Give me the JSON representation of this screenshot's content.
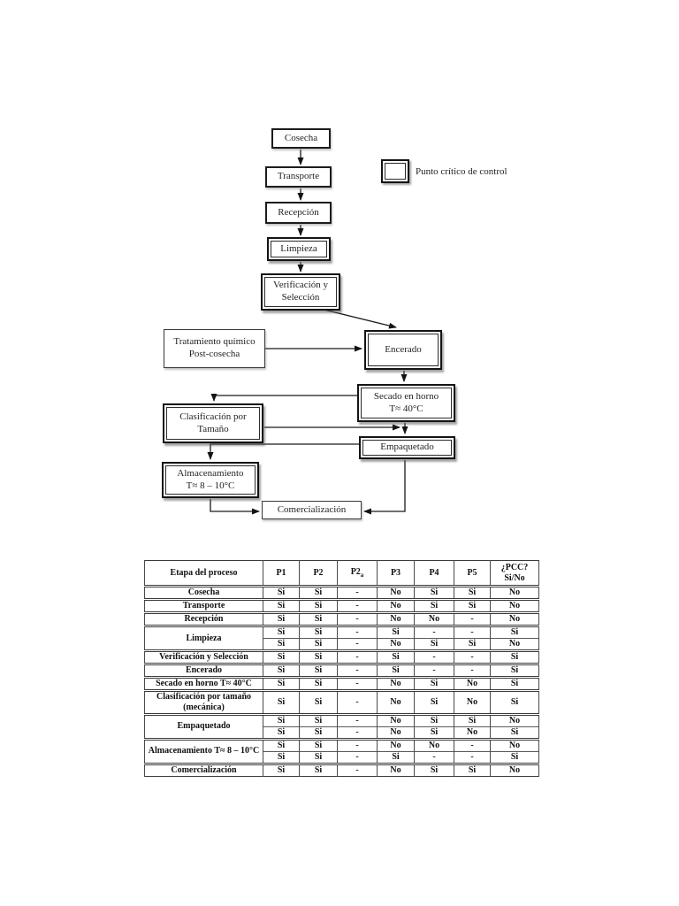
{
  "flowchart": {
    "legend_label": "Punto crítico de control",
    "nodes": {
      "cosecha": {
        "lines": [
          "Cosecha"
        ]
      },
      "transporte": {
        "lines": [
          "Transporte"
        ]
      },
      "recepcion": {
        "lines": [
          "Recepción"
        ]
      },
      "limpieza": {
        "lines": [
          "Limpieza"
        ],
        "pcc": true
      },
      "verificacion": {
        "lines": [
          "Verificación y",
          "Selección"
        ],
        "pcc": true
      },
      "tratamiento": {
        "lines": [
          "Tratamiento químico",
          "Post-cosecha"
        ]
      },
      "encerado": {
        "lines": [
          "Encerado"
        ],
        "pcc": true
      },
      "secado": {
        "lines": [
          "Secado en horno",
          "T≈ 40°C"
        ],
        "pcc": true
      },
      "clasificacion": {
        "lines": [
          "Clasificación por",
          "Tamaño"
        ],
        "pcc": true
      },
      "empaquetado": {
        "lines": [
          "Empaquetado"
        ],
        "pcc": true
      },
      "almacenamiento": {
        "lines": [
          "Almacenamiento",
          "T≈ 8 – 10°C"
        ],
        "pcc": true
      },
      "comercializacion": {
        "lines": [
          "Comercialización"
        ]
      }
    },
    "colors": {
      "line": "#1a1a1a",
      "box_fill": "#ffffff",
      "shadow": "#8a8a8a"
    }
  },
  "table": {
    "columns": [
      "Etapa del proceso",
      "P1",
      "P2",
      {
        "base": "P2",
        "sub": "a"
      },
      "P3",
      "P4",
      "P5",
      {
        "line1": "¿PCC?",
        "line2": "Si/No"
      }
    ],
    "rows": [
      {
        "label": "Cosecha",
        "values": [
          [
            "Si",
            "Si",
            "-",
            "No",
            "Si",
            "Si",
            "No"
          ]
        ]
      },
      {
        "label": "Transporte",
        "values": [
          [
            "Si",
            "Si",
            "-",
            "No",
            "Si",
            "Si",
            "No"
          ]
        ]
      },
      {
        "label": "Recepción",
        "values": [
          [
            "Si",
            "Si",
            "-",
            "No",
            "No",
            "-",
            "No"
          ]
        ]
      },
      {
        "label": "Limpieza",
        "values": [
          [
            "Si",
            "Si",
            "-",
            "Si",
            "-",
            "-",
            "Si"
          ],
          [
            "Si",
            "Si",
            "-",
            "No",
            "Si",
            "Si",
            "No"
          ]
        ]
      },
      {
        "label": "Verificación y Selección",
        "values": [
          [
            "Si",
            "Si",
            "-",
            "Si",
            "-",
            "-",
            "Si"
          ]
        ]
      },
      {
        "label": "Encerado",
        "values": [
          [
            "Si",
            "Si",
            "-",
            "Si",
            "-",
            "-",
            "Si"
          ]
        ]
      },
      {
        "label": "Secado en horno T≈ 40°C",
        "values": [
          [
            "Si",
            "Si",
            "-",
            "No",
            "Si",
            "No",
            "Si"
          ]
        ]
      },
      {
        "label": "Clasificación por tamaño (mecánica)",
        "values": [
          [
            "Si",
            "Si",
            "-",
            "No",
            "Si",
            "No",
            "Si"
          ]
        ]
      },
      {
        "label": "Empaquetado",
        "values": [
          [
            "Si",
            "Si",
            "-",
            "No",
            "Si",
            "Si",
            "No"
          ],
          [
            "Si",
            "Si",
            "-",
            "No",
            "Si",
            "No",
            "Si"
          ]
        ]
      },
      {
        "label": "Almacenamiento T≈ 8 – 10°C",
        "values": [
          [
            "Si",
            "Si",
            "-",
            "No",
            "No",
            "-",
            "No"
          ],
          [
            "Si",
            "Si",
            "-",
            "Si",
            "-",
            "-",
            "Si"
          ]
        ]
      },
      {
        "label": "Comercialización",
        "values": [
          [
            "Si",
            "Si",
            "-",
            "No",
            "Si",
            "Si",
            "No"
          ]
        ]
      }
    ]
  }
}
